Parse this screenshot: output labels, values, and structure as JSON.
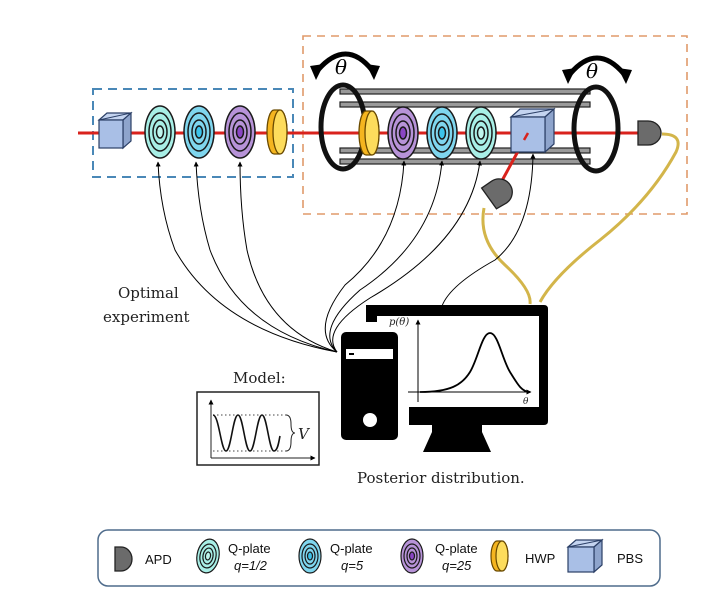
{
  "labels": {
    "theta_left": "θ",
    "theta_right": "θ",
    "optimal_line1": "Optimal",
    "optimal_line2": "experiment",
    "model": "Model:",
    "model_v": "V",
    "posterior": "Posterior distribution.",
    "p_theta": "p(θ)",
    "axis_theta": "θ"
  },
  "legend": {
    "items": [
      {
        "icon": "apd-icon",
        "line1": "APD",
        "line2": ""
      },
      {
        "icon": "q-plate-half-icon",
        "line1": "Q-plate",
        "line2": "q=1/2"
      },
      {
        "icon": "q-plate-5-icon",
        "line1": "Q-plate",
        "line2": "q=5"
      },
      {
        "icon": "q-plate-25-icon",
        "line1": "Q-plate",
        "line2": "q=25"
      },
      {
        "icon": "hwp-icon",
        "line1": "HWP",
        "line2": ""
      },
      {
        "icon": "pbs-icon",
        "line1": "PBS",
        "line2": ""
      }
    ]
  },
  "colors": {
    "laser": "#d9221c",
    "q_half_fill": "#a8efe6",
    "q_half_center": "#bff6ee",
    "q5_fill": "#7fd6ee",
    "q5_center": "#3cc3ea",
    "q25_fill": "#b793d8",
    "q25_center": "#8a45c4",
    "hwp": "#f5b51f",
    "hwp_face": "#fddc5c",
    "pbs": "#a9bfe6",
    "apd": "#6b6b6b",
    "fiber": "#d3b54a",
    "blue_box": "#4a88b7",
    "orange_box": "#e09a6a",
    "legend_border": "#4f6c8c"
  }
}
